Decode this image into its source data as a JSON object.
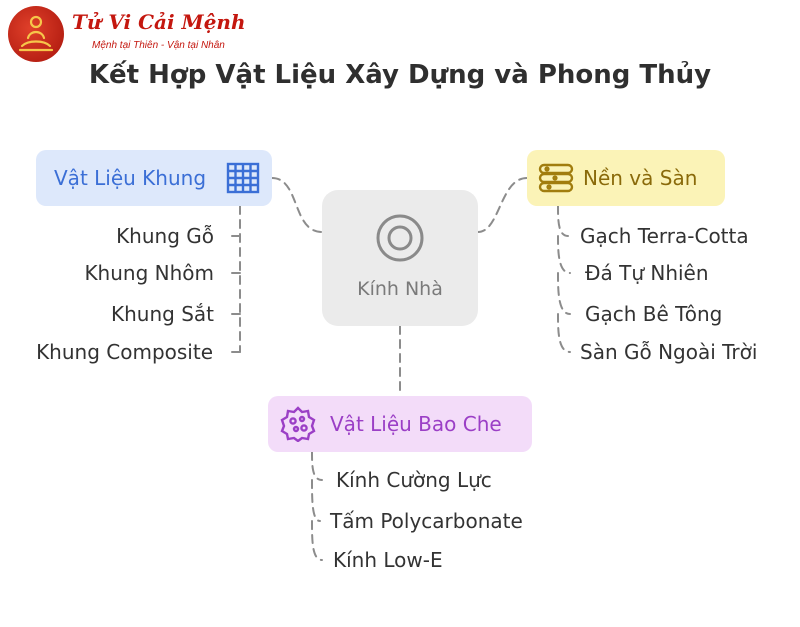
{
  "logo": {
    "name": "Tử Vi Cải Mệnh",
    "tagline": "Mệnh tại Thiên - Vận tại Nhân",
    "icon": "meditating-buddha-icon"
  },
  "title": "Kết Hợp Vật Liệu Xây Dựng và Phong Thủy",
  "center": {
    "label": "Kính Nhà",
    "icon": "target-circle-icon"
  },
  "branches": {
    "frame": {
      "label": "Vật Liệu Khung",
      "icon": "grid-icon",
      "color": "#3b6fd6",
      "items": [
        "Khung Gỗ",
        "Khung Nhôm",
        "Khung Sắt",
        "Khung Composite"
      ]
    },
    "floor": {
      "label": "Nền và Sàn",
      "icon": "layers-icon",
      "color": "#8a6a0a",
      "items": [
        "Gạch Terra-Cotta",
        "Đá Tự Nhiên",
        "Gạch Bê Tông",
        "Sàn Gỗ Ngoài Trời"
      ]
    },
    "cover": {
      "label": "Vật Liệu Bao Che",
      "icon": "badge-dots-icon",
      "color": "#9b3fc6",
      "items": [
        "Kính Cường Lực",
        "Tấm Polycarbonate",
        "Kính Low-E"
      ]
    }
  }
}
